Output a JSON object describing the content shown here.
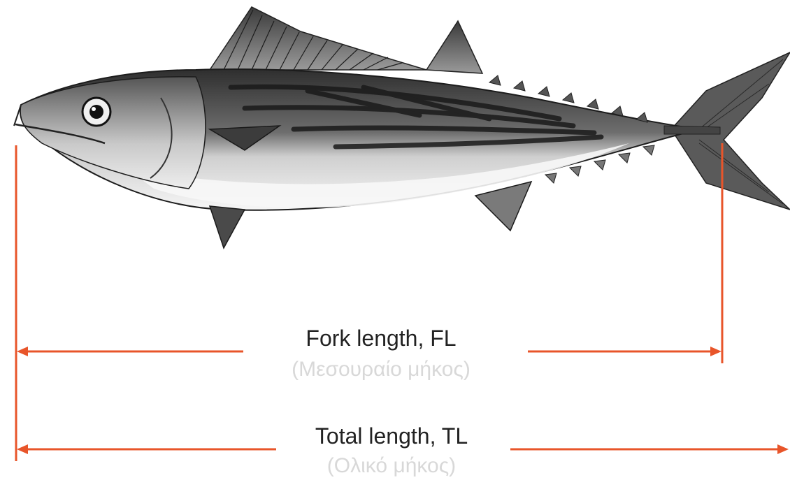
{
  "fork_length": {
    "label": "Fork length, FL",
    "label_greek": "(Μεσουραίο μήκος)"
  },
  "total_length": {
    "label": "Total length, TL",
    "label_greek": "(Ολικό μήκος)"
  },
  "colors": {
    "measure_line": "#e8552a",
    "label_text": "#222222",
    "greek_text": "#d8d8d8",
    "fish_dark": "#2a2a2a",
    "fish_mid": "#7a7a7a",
    "fish_belly": "#f4f4f4"
  }
}
